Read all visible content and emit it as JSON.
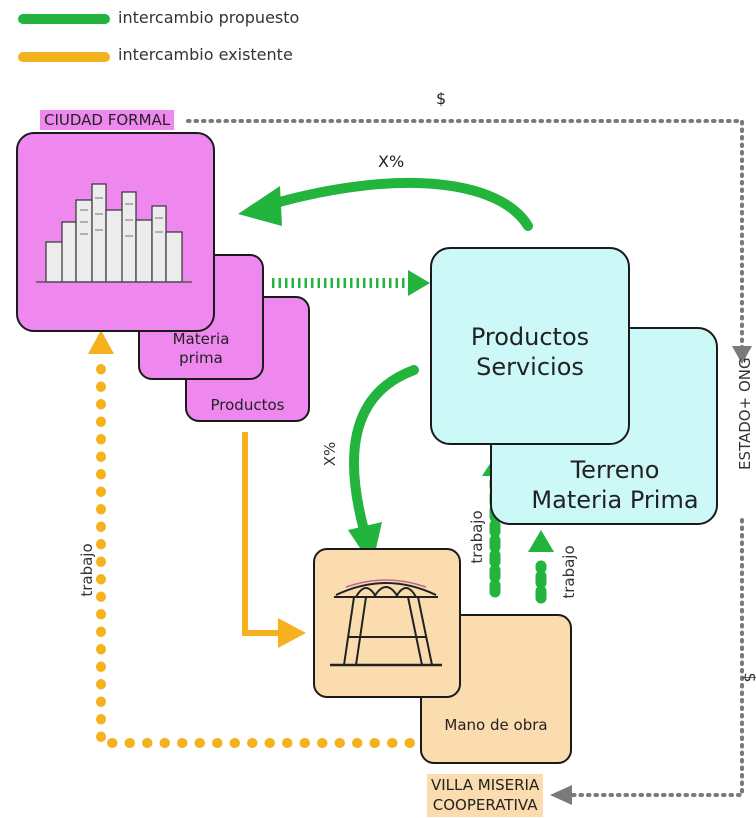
{
  "legend": {
    "proposed": "intercambio propuesto",
    "existing": "intercambio existente"
  },
  "colors": {
    "green": "#22b43c",
    "orange": "#f5b21e",
    "pink": "#ee88ee",
    "cyan": "#ccf8f8",
    "tan": "#fbdcae",
    "gray": "#7a7a7a"
  },
  "nodes": {
    "ciudad_formal": "CIUDAD FORMAL",
    "materia_prima": "Materia\nprima",
    "productos": "Productos",
    "productos_servicios": "Productos\nServicios",
    "terreno": "Terreno\nMateria Prima",
    "mano_de_obra": "Mano de obra",
    "villa": "VILLA MISERIA\nCOOPERATIVA",
    "estado": "ESTADO+ ONG"
  },
  "edge_labels": {
    "dollar_top": "$",
    "dollar_right": "$",
    "x_pct_top": "X%",
    "x_pct_left": "X%",
    "trabajo_left": "trabajo",
    "trabajo_mid1": "trabajo",
    "trabajo_mid2": "trabajo"
  },
  "icons": {
    "city": "city-sketch-icon",
    "shelter": "shelter-sketch-icon"
  }
}
